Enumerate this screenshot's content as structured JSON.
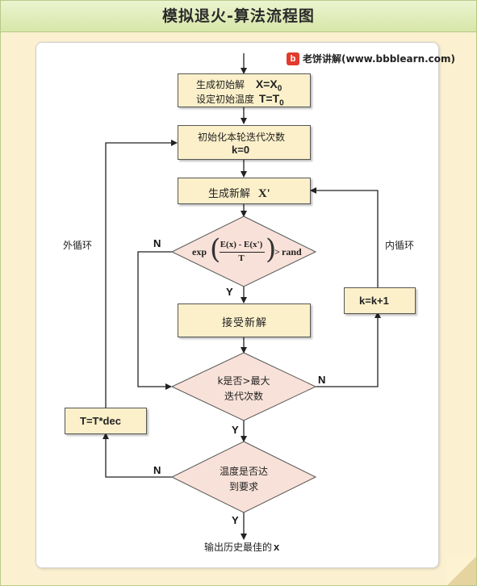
{
  "title": "模拟退火-算法流程图",
  "brand": {
    "logo_letter": "b",
    "text": "老饼讲解(www.bbblearn.com)"
  },
  "colors": {
    "box_fill": "#fcf0ca",
    "diamond_fill": "#f8e1d8",
    "title_bg": "#d7e6a8",
    "page_bg": "#fbf1d0"
  },
  "nodes": {
    "init": {
      "line1_cn": "生成初始解",
      "line1_eq": "X=X",
      "line1_sub": "0",
      "line2_cn": "设定初始温度",
      "line2_eq": "T=T",
      "line2_sub": "0"
    },
    "init_k": {
      "line1": "初始化本轮迭代次数",
      "line2": "k=0"
    },
    "new_sol": {
      "label_cn": "生成新解",
      "label_eq": "X'"
    },
    "accept_cond": {
      "func": "exp",
      "num": "E(x) - E(x')",
      "den": "T",
      "op": ">",
      "rhs": "rand"
    },
    "accept": {
      "label": "接受新解"
    },
    "k_inc": {
      "label": "k=k+1"
    },
    "max_iter": {
      "line1": "k是否>最大",
      "line2": "迭代次数"
    },
    "t_update": {
      "label": "T=T*dec"
    },
    "temp_cond": {
      "line1": "温度是否达",
      "line2": "到要求"
    },
    "output": {
      "label_cn": "输出历史最佳的",
      "label_var": "x"
    }
  },
  "labels": {
    "outer_loop": "外循环",
    "inner_loop": "内循环",
    "n1": "N",
    "y1": "Y",
    "n2": "N",
    "y2": "Y",
    "n3": "N",
    "y3": "Y"
  }
}
